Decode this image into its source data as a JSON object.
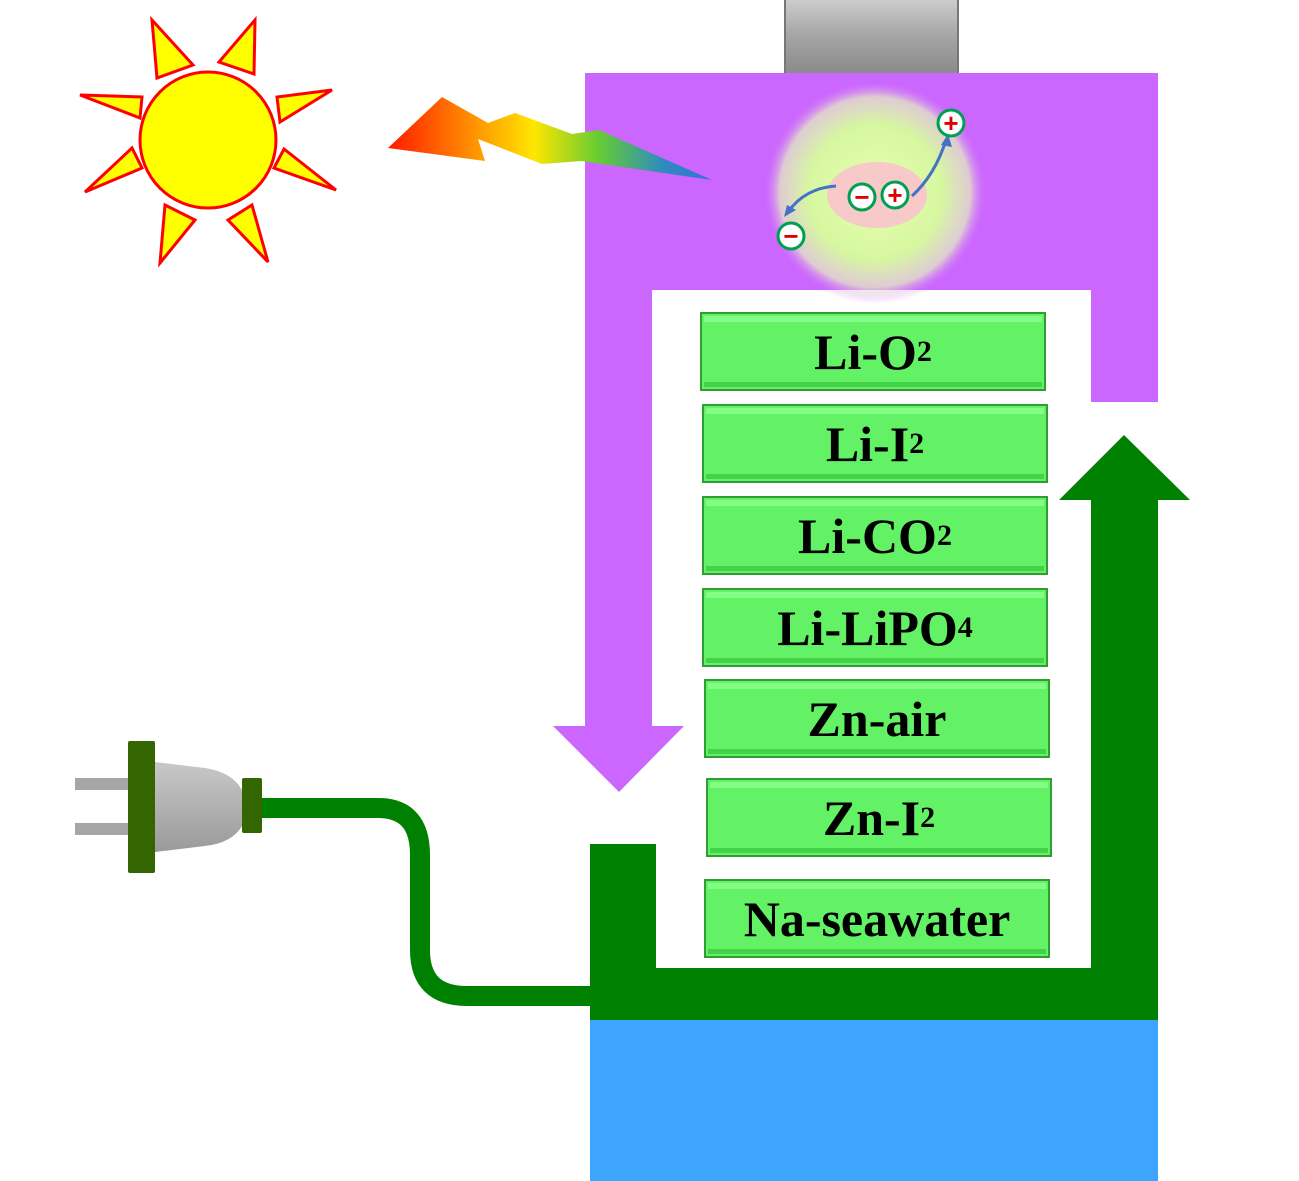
{
  "colors": {
    "purple": "#CB66FF",
    "dark_green": "#008000",
    "layer_green": "#63F266",
    "blue": "#3DA5FE",
    "sun_yellow": "#FFFF00",
    "sun_outline": "#FF0000",
    "terminal_gray": "#A6A6A6",
    "plug_green": "#336600"
  },
  "battery_types": [
    {
      "base": "Li-O",
      "sub": "2"
    },
    {
      "base": "Li-I",
      "sub": "2"
    },
    {
      "base": "Li-CO",
      "sub": "2"
    },
    {
      "base": "Li-LiPO",
      "sub": "4"
    },
    {
      "base": "Zn-air",
      "sub": ""
    },
    {
      "base": "Zn-I",
      "sub": "2"
    },
    {
      "base": "Na-seawater",
      "sub": ""
    }
  ],
  "charge_symbols": {
    "negative": "−",
    "positive": "+"
  },
  "icons": [
    "sun-icon",
    "lightning-icon",
    "plug-icon",
    "charge-separation-icon"
  ]
}
